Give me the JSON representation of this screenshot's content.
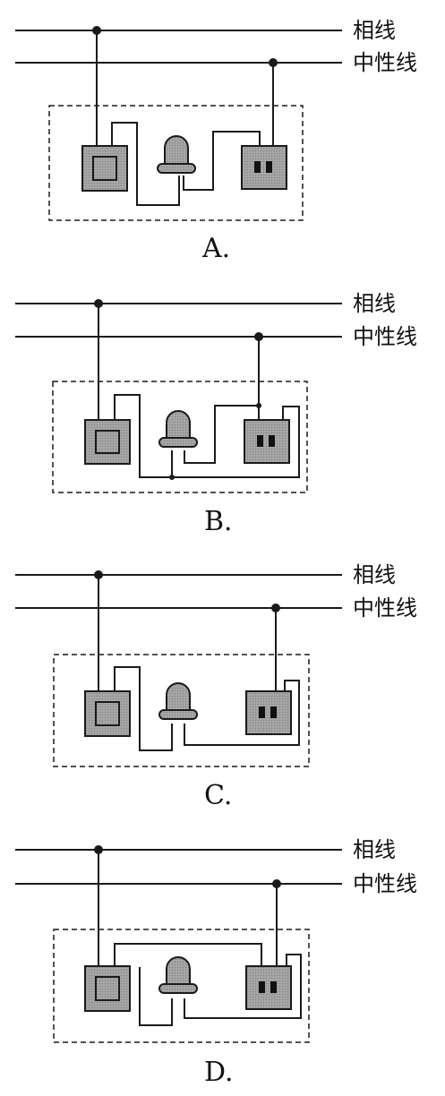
{
  "labels": {
    "live_wire": "相线",
    "neutral_wire": "中性线"
  },
  "options": [
    {
      "letter": "A."
    },
    {
      "letter": "B."
    },
    {
      "letter": "C."
    },
    {
      "letter": "D."
    }
  ],
  "colors": {
    "device_fill": "#9a9a9a",
    "line": "#1a1a1a",
    "background": "#ffffff"
  },
  "icons": [
    "switch-icon",
    "bulb-icon",
    "socket-icon",
    "junction-dot-icon"
  ]
}
